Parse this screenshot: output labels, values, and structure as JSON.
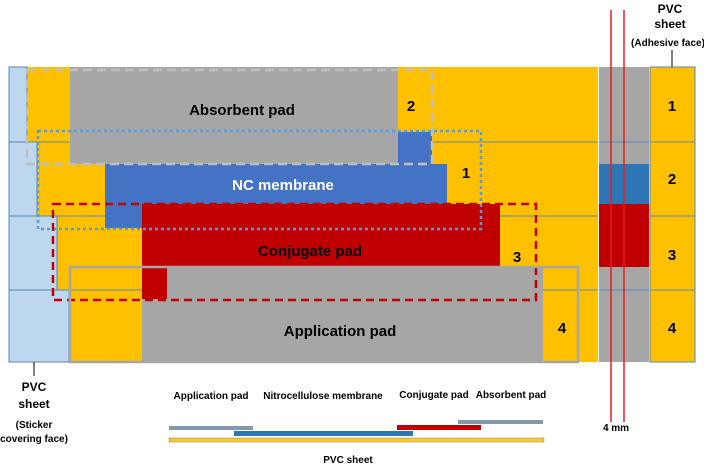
{
  "diagram": {
    "labels": {
      "absorbent_pad": "Absorbent pad",
      "nc_membrane": "NC membrane",
      "conjugate_pad": "Conjugate pad",
      "application_pad": "Application pad",
      "pvc_top_line1": "PVC",
      "pvc_top_line2": "sheet",
      "pvc_top_line3": "(Adhesive face)",
      "pvc_bottom_line1": "PVC",
      "pvc_bottom_line2": "sheet",
      "pvc_bottom_line3": "(Sticker",
      "pvc_bottom_line4": "covering face)",
      "gap_label": "4 mm"
    },
    "markers": {
      "m2_top": "2",
      "m1_mid": "1",
      "m3_mid": "3",
      "m4_mid": "4",
      "right_1": "1",
      "right_2": "2",
      "right_3": "3",
      "right_4": "4"
    },
    "legend": {
      "application_pad": "Application pad",
      "nitrocellulose": "Nitrocellulose  membrane",
      "conjugate_pad": "Conjugate pad",
      "absorbent_pad": "Absorbent pad",
      "pvc_sheet": "PVC sheet"
    },
    "colors": {
      "orange": "#FFC000",
      "gray": "#A6A6A6",
      "blue": "#4472C4",
      "blue_strip": "#2E75B6",
      "red": "#C00000",
      "pale_blue": "#BDD7EE",
      "line_blue": "#5B87B3",
      "legend_gray": "#8497B0",
      "legend_blue": "#2E75B6",
      "legend_red": "#C00000",
      "legend_yellow": "#F2C744",
      "dashed_gray": "#BFBFBF",
      "dotted_blue": "#5B9BD5",
      "dashed_red": "#C00000",
      "red_line": "#E02020"
    }
  }
}
